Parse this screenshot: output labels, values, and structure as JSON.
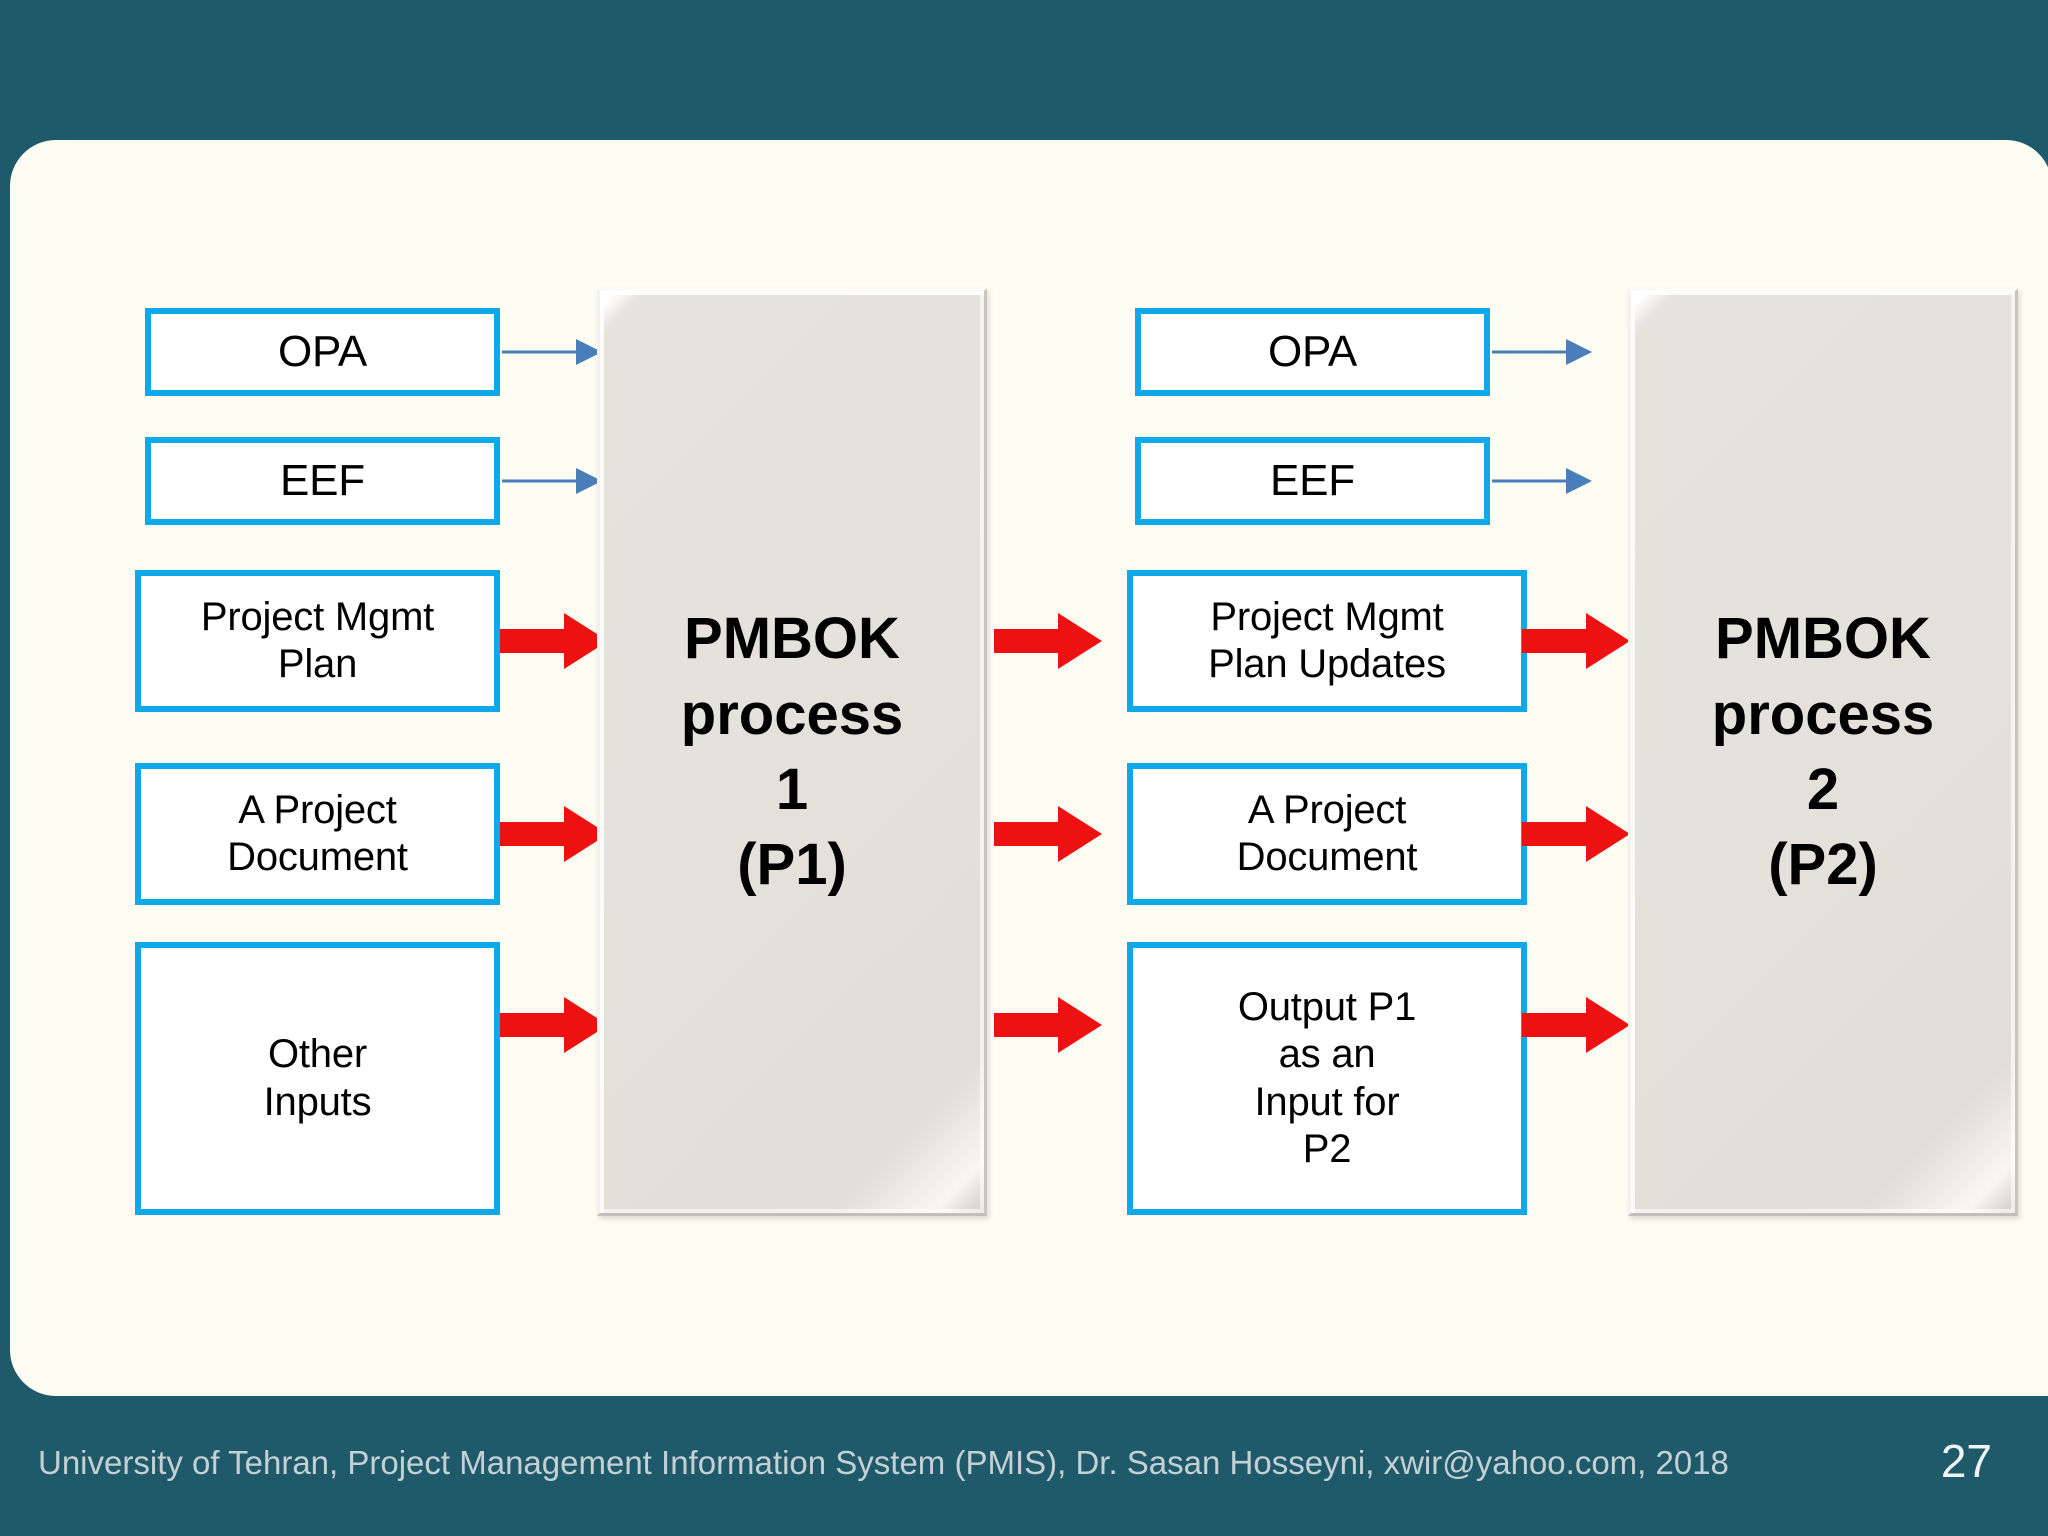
{
  "theme": {
    "background": "#1f5a6b",
    "card": "#fdfcf2",
    "box_border": "#0fa8e8",
    "red_arrow": "#ee1111",
    "blue_arrow": "#4a7ebb",
    "process_fill": "#e4e1db"
  },
  "diagram": {
    "left_inputs": [
      {
        "label": "OPA",
        "arrow": "thin-blue"
      },
      {
        "label": "EEF",
        "arrow": "thin-blue"
      },
      {
        "label": "Project Mgmt\nPlan",
        "arrow": "red"
      },
      {
        "label": "A Project\nDocument",
        "arrow": "red"
      },
      {
        "label": "Other\nInputs",
        "arrow": "red"
      }
    ],
    "process_1": {
      "label": "PMBOK\nprocess\n1\n(P1)"
    },
    "middle_items": [
      {
        "label": "OPA",
        "arrow": "thin-blue"
      },
      {
        "label": "EEF",
        "arrow": "thin-blue"
      },
      {
        "label": "Project Mgmt\nPlan Updates",
        "arrow": "red"
      },
      {
        "label": "A Project\nDocument",
        "arrow": "red"
      },
      {
        "label": "Output P1\nas an\nInput for\nP2",
        "arrow": "red"
      }
    ],
    "process_2": {
      "label": "PMBOK\nprocess\n2\n(P2)"
    }
  },
  "footer": {
    "text": "University of Tehran, Project Management Information System (PMIS), Dr. Sasan Hosseyni, xwir@yahoo.com, 2018",
    "page_number": "27"
  }
}
